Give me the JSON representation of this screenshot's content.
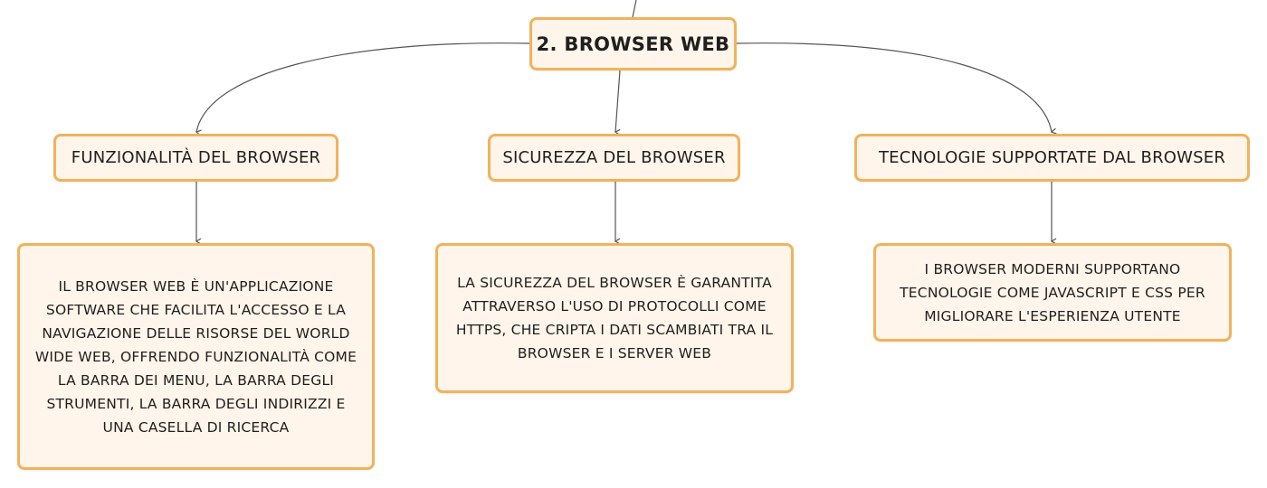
{
  "root": {
    "label": "2. BROWSER WEB"
  },
  "branches": [
    {
      "label": "FUNZIONALITÀ DEL BROWSER",
      "detail": "IL BROWSER WEB È UN'APPLICAZIONE SOFTWARE CHE FACILITA L'ACCESSO E LA NAVIGAZIONE DELLE RISORSE DEL WORLD WIDE WEB, OFFRENDO FUNZIONALITÀ COME LA BARRA DEI MENU, LA BARRA DEGLI STRUMENTI, LA BARRA DEGLI INDIRIZZI E UNA CASELLA DI RICERCA"
    },
    {
      "label": "SICUREZZA DEL BROWSER",
      "detail": "LA SICUREZZA DEL BROWSER È GARANTITA ATTRAVERSO L'USO DI PROTOCOLLI COME HTTPS, CHE CRIPTA I DATI SCAMBIATI TRA IL BROWSER E I SERVER WEB"
    },
    {
      "label": "TECNOLOGIE SUPPORTATE DAL BROWSER",
      "detail": "I BROWSER MODERNI SUPPORTANO TECNOLOGIE COME JAVASCRIPT E CSS PER MIGLIORARE L'ESPERIENZA UTENTE"
    }
  ],
  "colors": {
    "node_fill": "#fff5ea",
    "node_border": "#f0b35c",
    "connector": "#555555"
  }
}
